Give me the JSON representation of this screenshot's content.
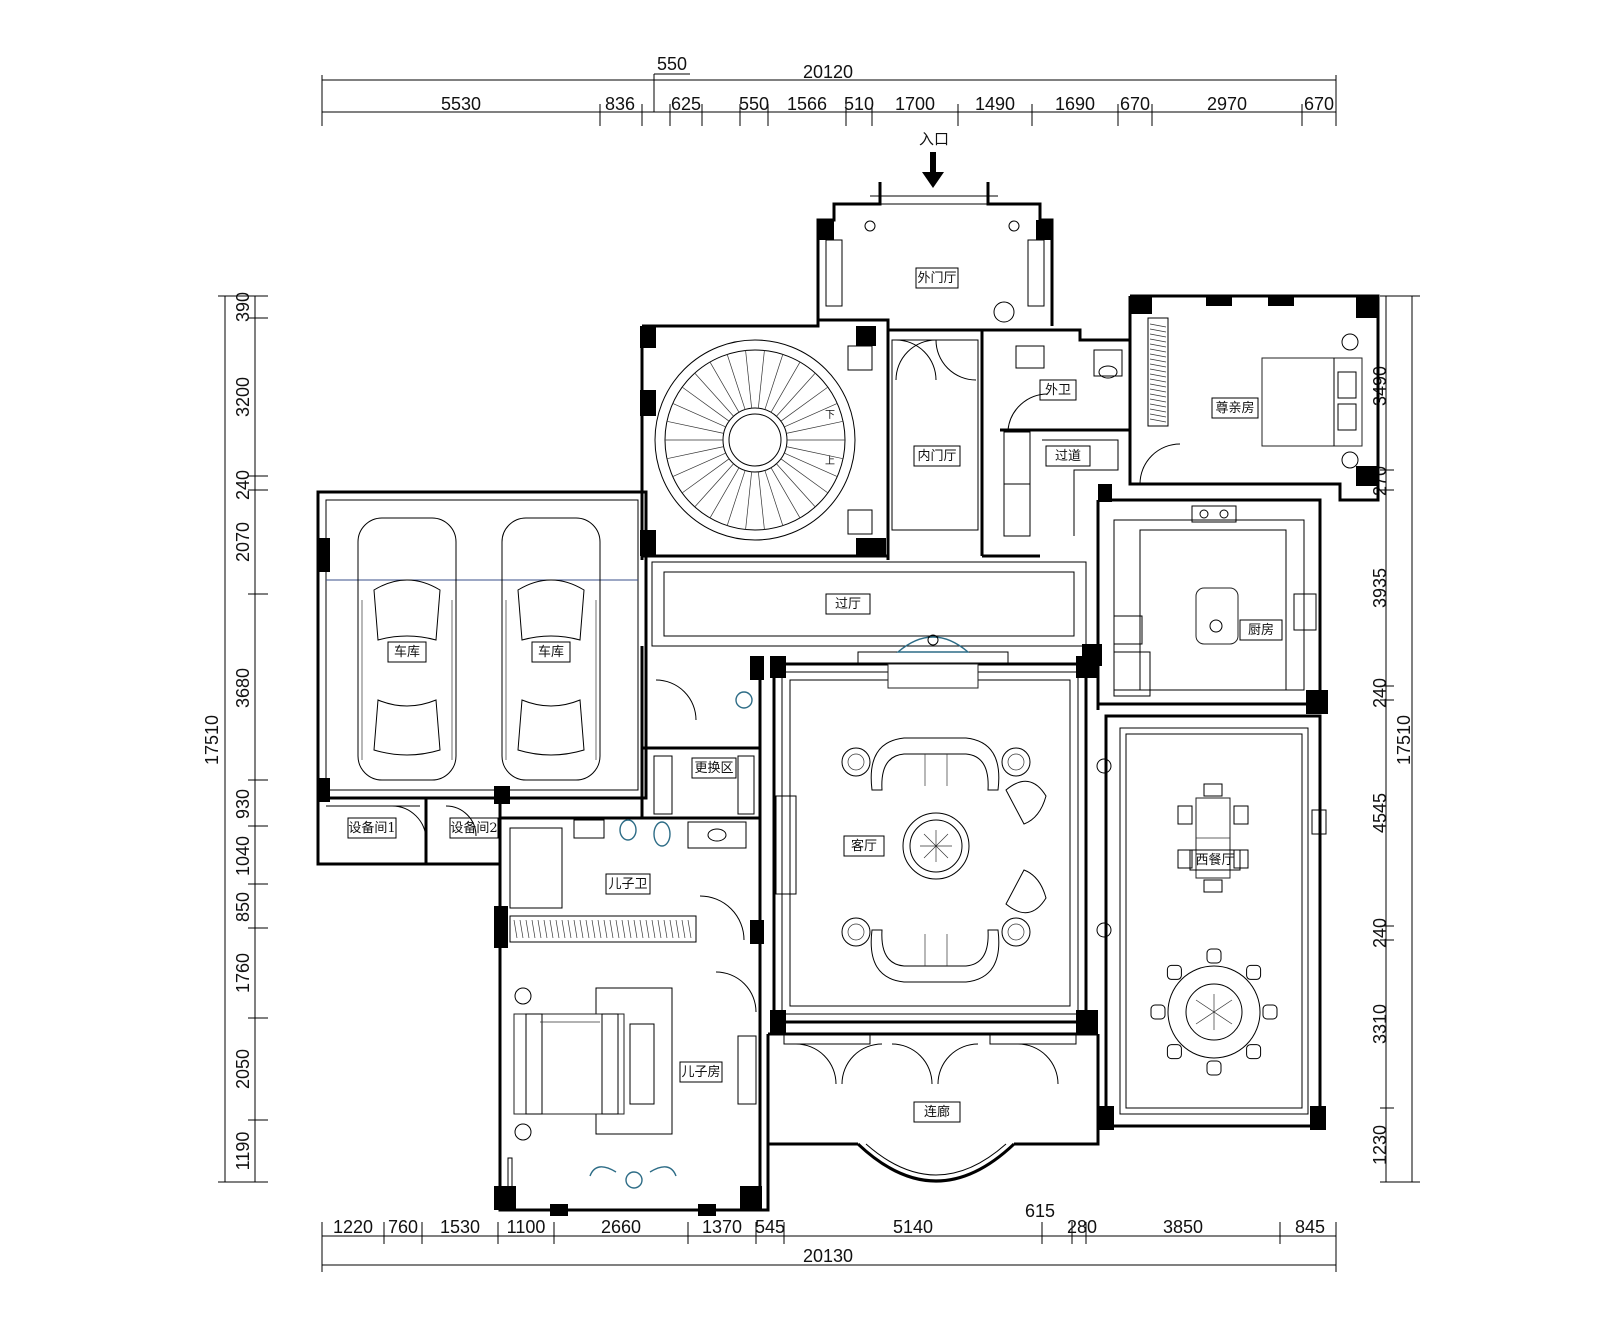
{
  "entrance_label": "入口",
  "top_dims": {
    "overall": "20120",
    "offset": "550",
    "segments": [
      "5530",
      "836",
      "625",
      "550",
      "1566",
      "510",
      "1700",
      "1490",
      "1690",
      "670",
      "2970",
      "670"
    ]
  },
  "bottom_dims": {
    "overall": "20130",
    "extra": "615",
    "segments": [
      "1220",
      "760",
      "1530",
      "1100",
      "2660",
      "1370",
      "545",
      "5140",
      "280",
      "3850",
      "845"
    ]
  },
  "left_dims": {
    "overall": "17510",
    "segments": [
      "390",
      "3200",
      "240",
      "2070",
      "3680",
      "930",
      "1040",
      "850",
      "1760",
      "2050",
      "1190"
    ]
  },
  "right_dims": {
    "overall": "17510",
    "segments": [
      "3490",
      "270",
      "3935",
      "240",
      "4545",
      "240",
      "3310",
      "1230"
    ]
  },
  "rooms": {
    "outer_hall": "外门厅",
    "inner_hall": "内门厅",
    "guest_wc": "外卫",
    "corridor": "过道",
    "elder_room": "尊亲房",
    "garage_1": "车库",
    "garage_2": "车库",
    "passage_hall": "过厅",
    "kitchen": "厨房",
    "living": "客厅",
    "dining": "西餐厅",
    "changing": "更换区",
    "equip_1": "设备间1",
    "equip_2": "设备间2",
    "son_wc": "儿子卫",
    "son_room": "儿子房",
    "veranda": "连廊"
  },
  "stair_marks": {
    "down": "下",
    "up": "上"
  }
}
